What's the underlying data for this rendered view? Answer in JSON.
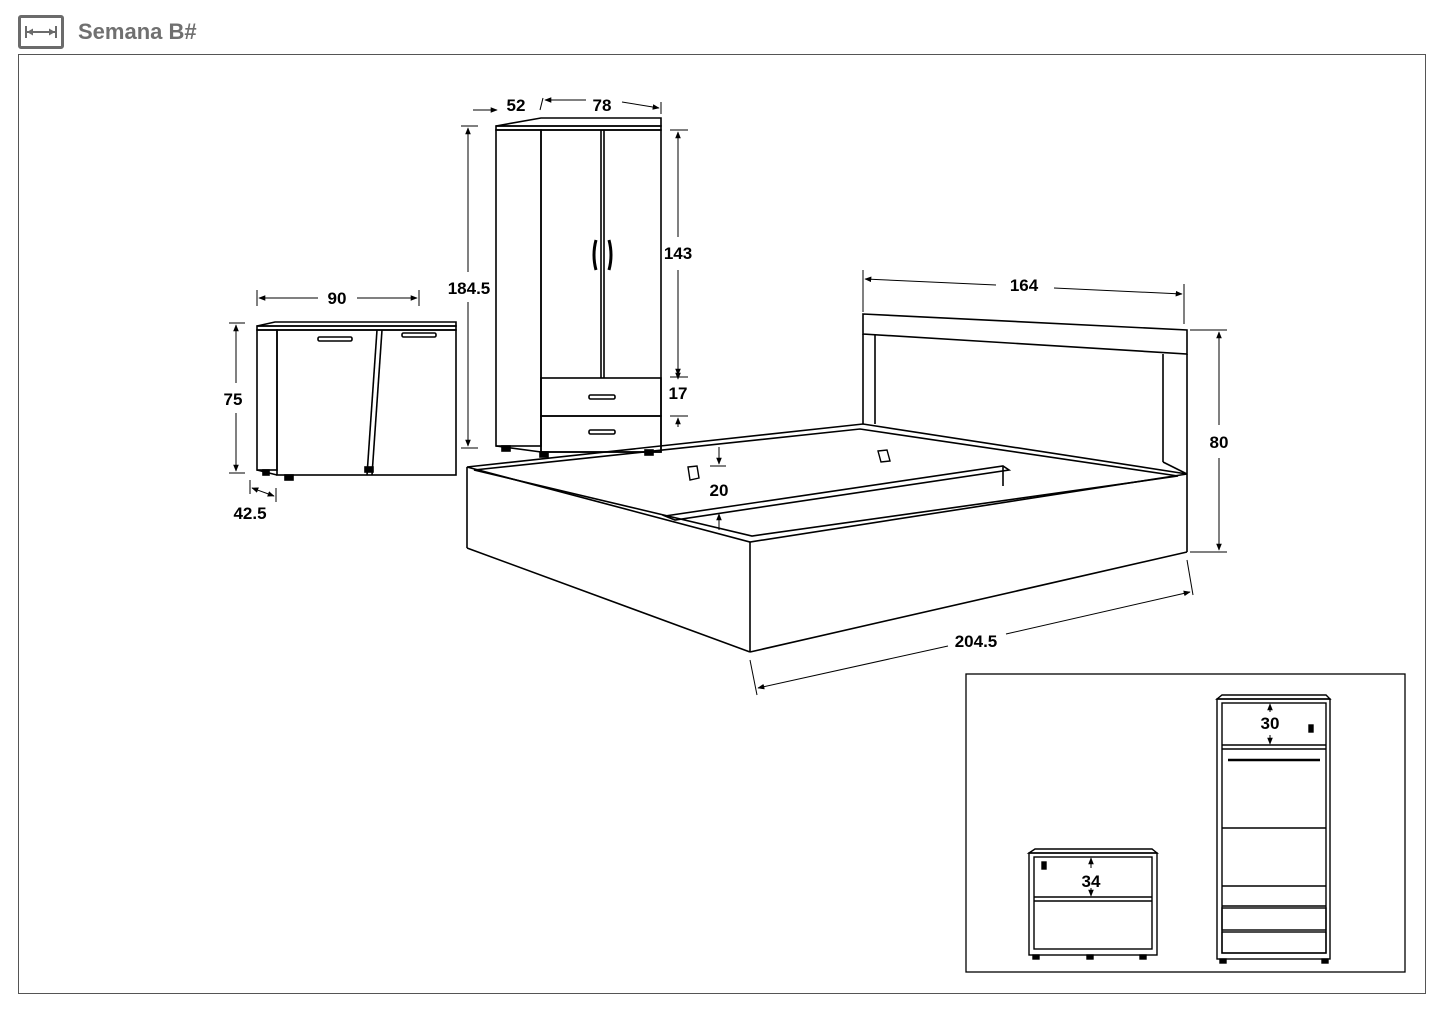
{
  "header": {
    "title": "Semana B#",
    "icon": "dimension-arrow-icon"
  },
  "dimensions": {
    "dresser_width": "90",
    "dresser_height": "75",
    "dresser_depth": "42.5",
    "wardrobe_depth": "52",
    "wardrobe_width": "78",
    "wardrobe_height": "184.5",
    "wardrobe_door_height": "143",
    "wardrobe_drawer_height": "17",
    "bed_width": "164",
    "bed_headboard_height": "80",
    "bed_length": "204.5",
    "bed_slat_height": "20",
    "dresser_inner_height": "34",
    "wardrobe_inner_top_height": "30"
  },
  "colors": {
    "line": "#000000",
    "header_text": "#707070",
    "frame": "#555555"
  }
}
